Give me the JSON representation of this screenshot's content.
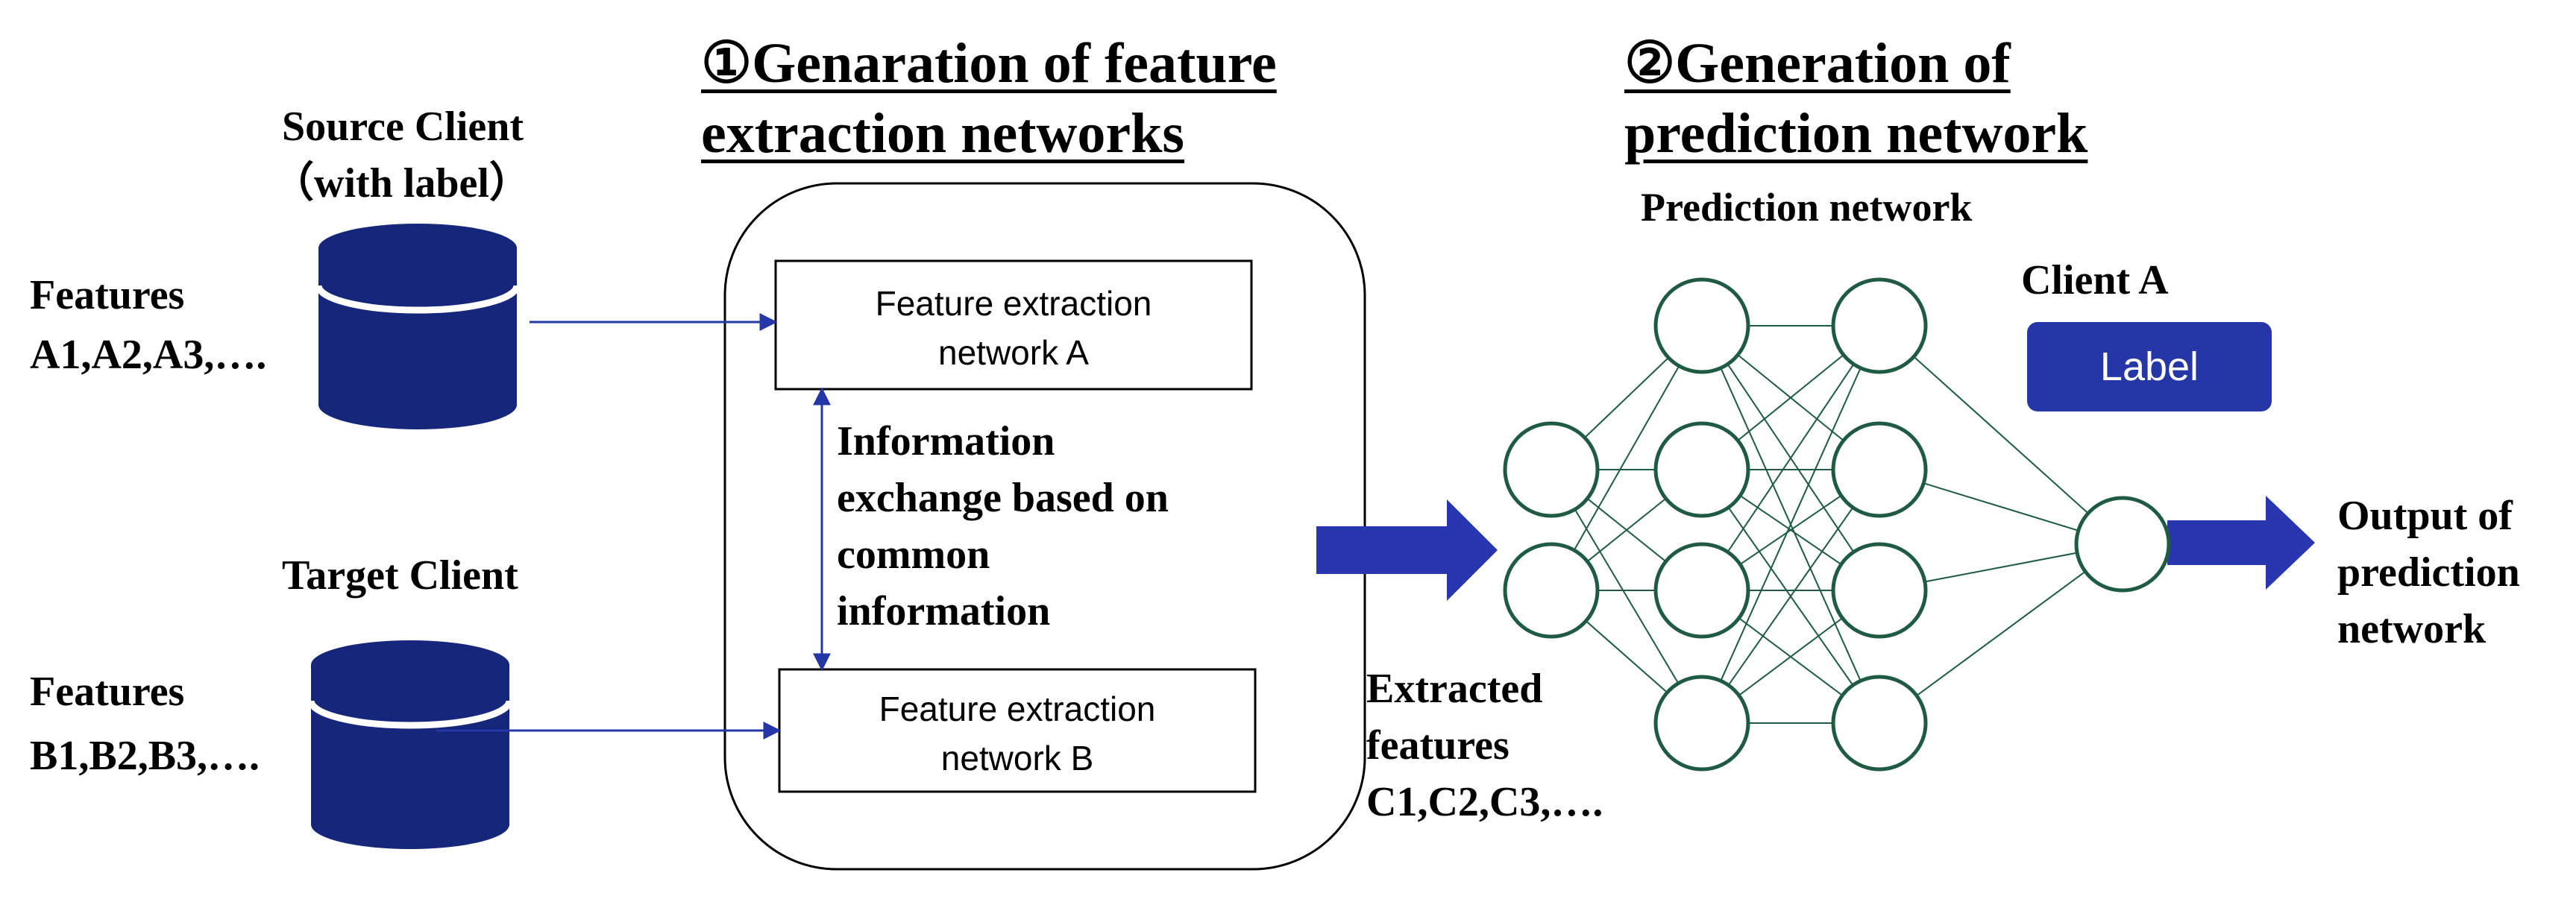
{
  "sections": {
    "one": {
      "title_line1": "①Genaration of feature",
      "title_line2": "extraction networks"
    },
    "two": {
      "title_line1": "②Generation of",
      "title_line2": "prediction  network"
    }
  },
  "source_client": {
    "name": "Source Client",
    "note": "（with label）",
    "features_label": "Features",
    "features_list": "A1,A2,A3,…."
  },
  "target_client": {
    "name": "Target Client",
    "features_label": "Features",
    "features_list": "B1,B2,B3,…."
  },
  "feature_networks": {
    "a_line1": "Feature extraction",
    "a_line2": "network A",
    "b_line1": "Feature extraction",
    "b_line2": "network B"
  },
  "info_exchange": {
    "line1": "Information",
    "line2": "exchange based on",
    "line3": "common",
    "line4": "information"
  },
  "extracted": {
    "line1": "Extracted",
    "line2": "features",
    "line3": "C1,C2,C3,…."
  },
  "prediction": {
    "network_label": "Prediction network",
    "client_label": "Client A",
    "label_badge": "Label",
    "output_line1": "Output of",
    "output_line2": "prediction",
    "output_line3": "network"
  },
  "colors": {
    "navy": "#16267a",
    "royal": "#2537a6",
    "arrow_blue": "#2836b0",
    "network_green": "#1f5a42"
  }
}
